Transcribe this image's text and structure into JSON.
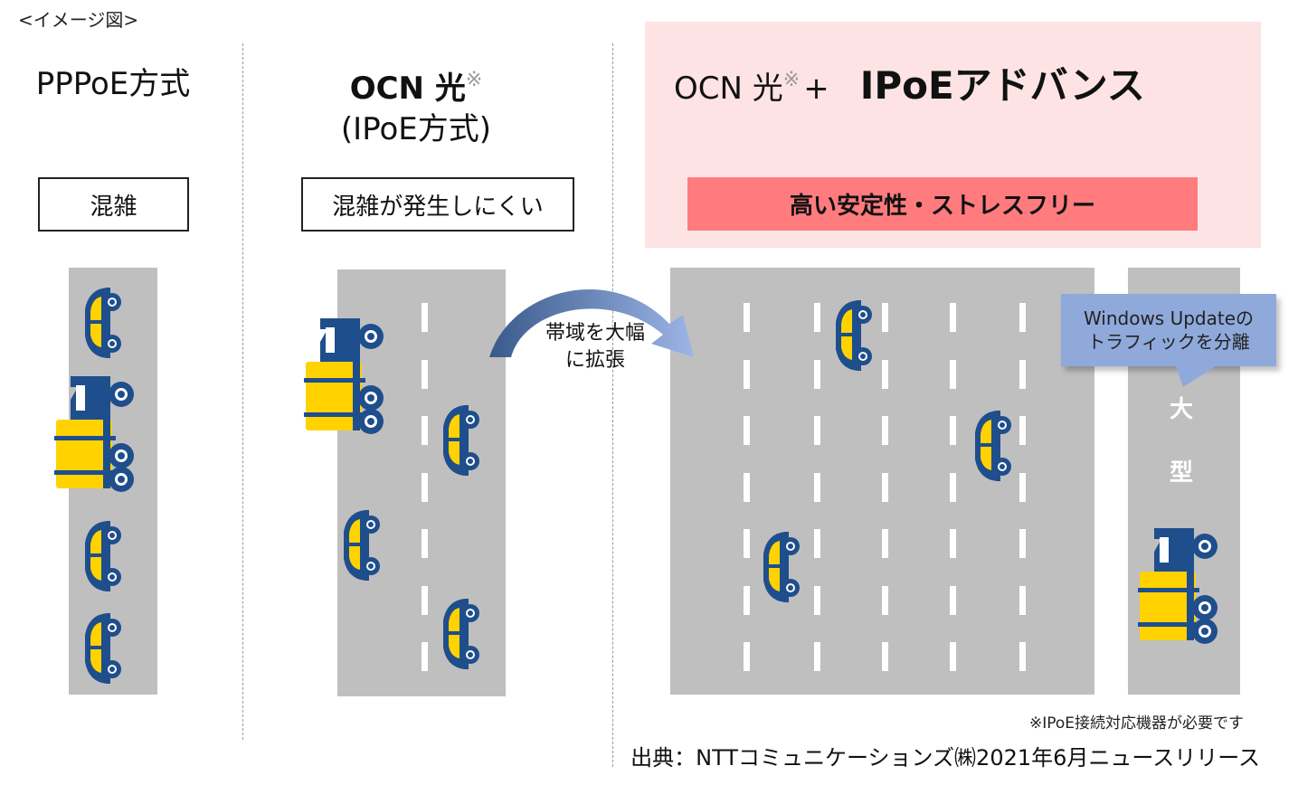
{
  "caption": "<イメージ図>",
  "columns": {
    "pppoe": {
      "title": "PPPoE方式",
      "status": "混雑"
    },
    "ocn": {
      "title_bold": "OCN 光",
      "title_mark": "※",
      "title_sub": "(IPoE方式)",
      "status": "混雑が発生しにくい"
    },
    "advance": {
      "title_prefix": "OCN 光",
      "title_mark": "※",
      "title_plus": "+",
      "title_bold": "IPoEアドバンス",
      "status": "高い安定性・ストレスフリー"
    }
  },
  "arrow_label": {
    "line1": "帯域を大幅",
    "line2": "に拡張"
  },
  "callout": {
    "line1": "Windows Updateの",
    "line2": "トラフィックを分離"
  },
  "large_lane_label": {
    "char1": "大",
    "char2": "型"
  },
  "note": "※IPoE接続対応機器が必要です",
  "source": "出典：NTTコミュニケーションズ㈱2021年6月ニュースリリース",
  "colors": {
    "vehicle_body": "#1f4e8c",
    "vehicle_cargo": "#ffd200",
    "road": "#bfbfbf",
    "highlight_panel": "#fde3e4",
    "highlight_bar": "#ff7b7e",
    "callout": "#8fa9db"
  },
  "icons": [
    "car-icon",
    "truck-icon",
    "curved-arrow-icon"
  ]
}
